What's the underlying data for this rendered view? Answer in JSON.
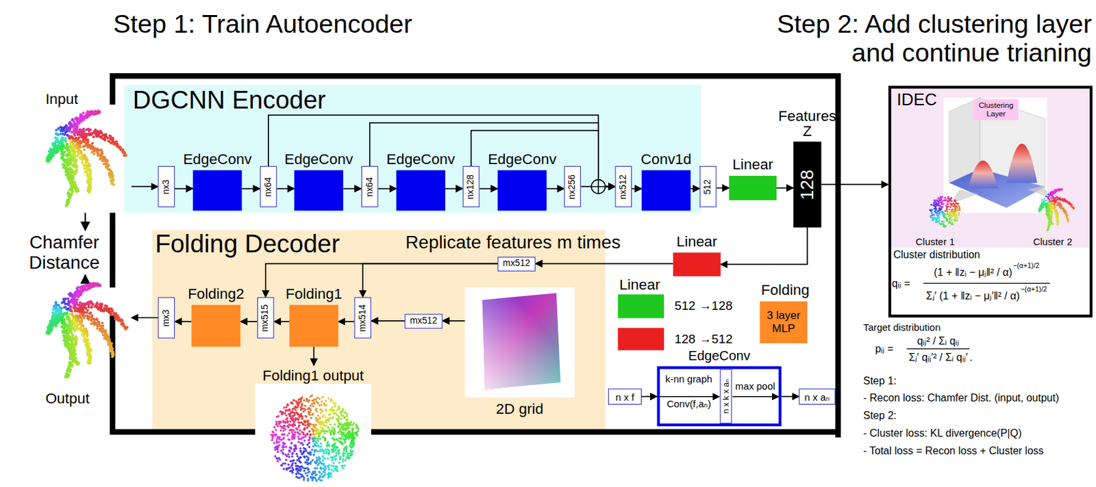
{
  "diagram": {
    "nodes": [
      {
        "text": [
          "Input"
        ]
      },
      {
        "text": [
          "DGCNN Encoder"
        ]
      },
      {
        "text": [
          "nx3"
        ],
        "in": 1
      },
      {
        "text": [
          "EdgeConv"
        ],
        "in": 1
      },
      {
        "text": [
          "nx64"
        ],
        "in": 1
      },
      {
        "text": [
          "EdgeConv"
        ],
        "in": 1
      },
      {
        "text": [
          "nx64"
        ],
        "in": 1
      },
      {
        "text": [
          "EdgeConv"
        ],
        "in": 1
      },
      {
        "text": [
          "nx128"
        ],
        "in": 1
      },
      {
        "text": [
          "EdgeConv"
        ],
        "in": 1
      },
      {
        "text": [
          "nx256"
        ],
        "in": 1
      },
      {
        "text": [
          "nx512"
        ],
        "in": 1
      },
      {
        "text": [
          "Conv1d"
        ],
        "in": 1
      },
      {
        "text": [
          "512"
        ]
      },
      {
        "text": [
          "Linear"
        ]
      },
      {
        "text": [
          "Features Z",
          "128"
        ]
      },
      {
        "text": [
          "IDEC"
        ]
      },
      {
        "text": [
          "Clustering Layer"
        ],
        "in": 16
      },
      {
        "text": [
          "Output"
        ]
      },
      {
        "text": [
          "Folding Decoder"
        ]
      },
      {
        "text": [
          "mx3"
        ],
        "in": 19
      },
      {
        "text": [
          "Folding2"
        ],
        "in": 19
      },
      {
        "text": [
          "mx515"
        ],
        "in": 19
      },
      {
        "text": [
          "Folding1"
        ],
        "in": 19
      },
      {
        "text": [
          "mx514"
        ],
        "in": 19
      },
      {
        "text": [
          "mx512"
        ],
        "in": 19
      },
      {
        "text": [
          "mx512"
        ],
        "in": 19
      },
      {
        "text": [
          "2D grid"
        ],
        "in": 19
      },
      {
        "text": [
          "Folding1 output"
        ]
      },
      {
        "text": [
          "Linear"
        ]
      },
      {
        "text": [
          "Folding",
          "3 layer MLP"
        ]
      },
      {
        "text": [
          "n x f"
        ]
      },
      {
        "text": [
          "EdgeConv",
          "k-nn graph",
          "Conv(f,aₙ)",
          "max pool"
        ]
      },
      {
        "text": [
          "n x k x aₙ"
        ],
        "in": 32
      },
      {
        "text": [
          "n x aₙ"
        ]
      }
    ],
    "edges": [
      {
        "from": 0,
        "to": 2,
        "arrow": "to"
      },
      {
        "from": 2,
        "to": 3,
        "arrow": "to"
      },
      {
        "from": 3,
        "to": 4,
        "arrow": "to"
      },
      {
        "from": 4,
        "to": 5,
        "arrow": "to"
      },
      {
        "from": 5,
        "to": 6,
        "arrow": "to"
      },
      {
        "from": 6,
        "to": 7,
        "arrow": "to"
      },
      {
        "from": 7,
        "to": 8,
        "arrow": "to"
      },
      {
        "from": 8,
        "to": 9,
        "arrow": "to"
      },
      {
        "from": 9,
        "to": 10,
        "arrow": "to"
      },
      {
        "from": 10,
        "to": 11,
        "arrow": "to"
      },
      {
        "from": 4,
        "to": 11,
        "arrow": "to"
      },
      {
        "from": 6,
        "to": 11,
        "arrow": "to"
      },
      {
        "from": 8,
        "to": 11,
        "arrow": "to"
      },
      {
        "from": 11,
        "to": 12,
        "arrow": "to"
      },
      {
        "from": 12,
        "to": 13,
        "arrow": "to"
      },
      {
        "from": 13,
        "to": 14,
        "arrow": "to"
      },
      {
        "from": 14,
        "to": 15,
        "arrow": "to"
      },
      {
        "from": 15,
        "to": 16,
        "arrow": "to"
      },
      {
        "from": 15,
        "to": 29,
        "arrow": "to"
      },
      {
        "from": 29,
        "to": 26,
        "arrow": "to"
      },
      {
        "from": 26,
        "to": 22,
        "arrow": "to"
      },
      {
        "from": 26,
        "to": 24,
        "arrow": "to"
      },
      {
        "from": 27,
        "to": 25,
        "arrow": "to"
      },
      {
        "from": 25,
        "to": 24,
        "arrow": "to"
      },
      {
        "from": 24,
        "to": 23,
        "arrow": "to"
      },
      {
        "from": 23,
        "to": 22,
        "arrow": "to"
      },
      {
        "from": 22,
        "to": 21,
        "arrow": "to"
      },
      {
        "from": 21,
        "to": 20,
        "arrow": "to"
      },
      {
        "from": 20,
        "to": 18,
        "arrow": "to"
      },
      {
        "from": 23,
        "to": 28,
        "arrow": "to"
      },
      {
        "from": 31,
        "to": 32,
        "arrow": "to"
      },
      {
        "from": 32,
        "to": 34,
        "arrow": "to"
      }
    ],
    "labels": [
      "Step 1: Train Autoencoder",
      "Step 2: Add clustering layer and continue trianing",
      "Chamfer Distance",
      "Replicate features m times",
      "Linear",
      "Cluster 1",
      "Cluster 2",
      "Cluster distribution",
      "qᵢⱼ =",
      "(1 + ‖zᵢ − μⱼ‖² / α)",
      "−(α+1)/2",
      "Σⱼ′ (1 + ‖zᵢ − μⱼ′‖² / α)",
      "−(α+1)/2",
      "Target distribution",
      "pᵢⱼ =",
      "qᵢⱼ² / Σᵢ qᵢⱼ",
      "Σⱼ′ qᵢⱼ′² / Σᵢ qᵢⱼ′",
      ".",
      "Step 1:",
      "- Recon loss: Chamfer Dist. (input, output)",
      "Step 2:",
      "- Cluster loss: KL divergence(P|Q)",
      "- Total loss = Recon loss + Cluster loss"
    ],
    "legend": [
      {
        "text": "512 →128",
        "color": "#1ec81e"
      },
      {
        "text": "128 →512",
        "color": "#ea2020"
      }
    ]
  }
}
